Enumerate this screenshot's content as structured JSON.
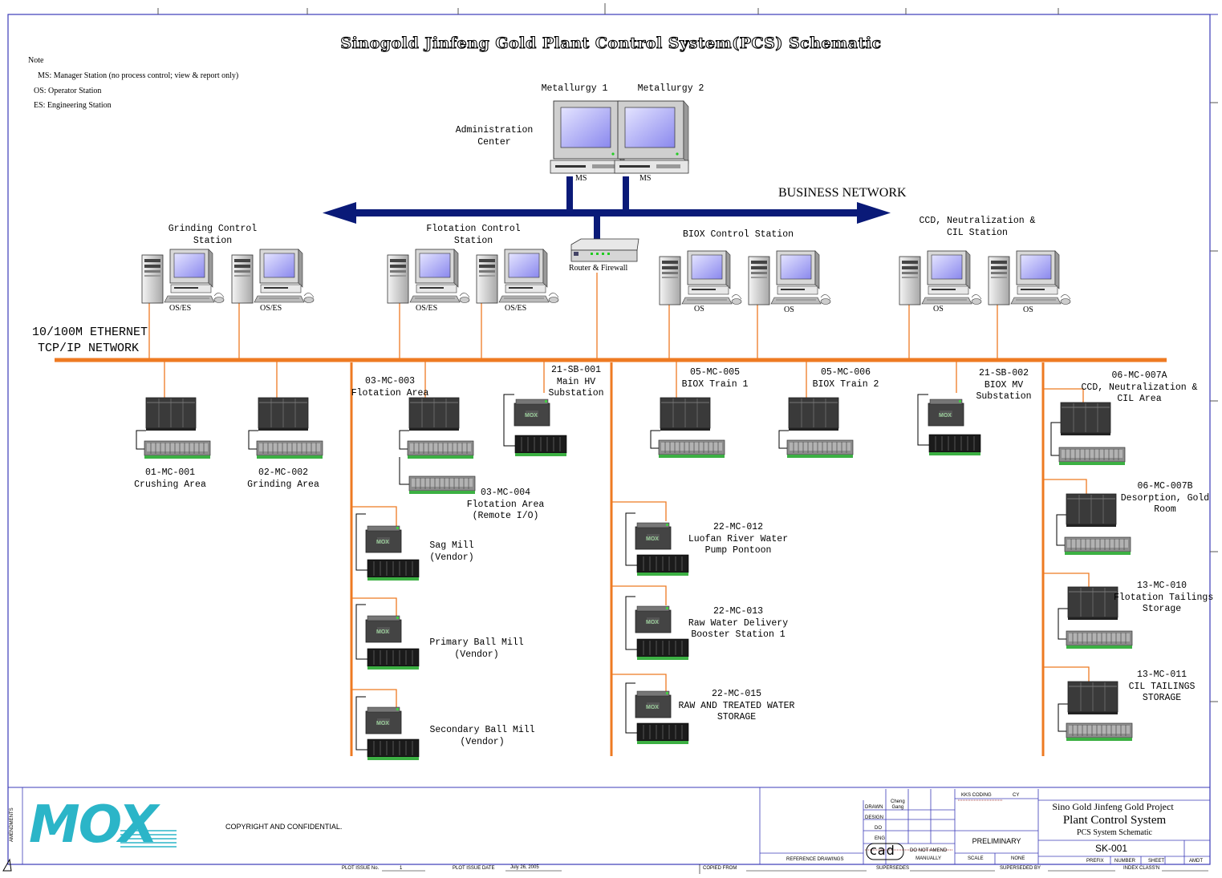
{
  "title": "Sinogold Jinfeng Gold Plant Control System(PCS) Schematic",
  "notes": {
    "heading": "Note",
    "lines": [
      "MS: Manager Station (no process control; view & report only)",
      "OS: Operator Station",
      "ES: Engineering Station"
    ]
  },
  "admin": {
    "label": "Administration\nCenter",
    "pc1": "Metallurgy 1",
    "pc2": "Metallurgy 2",
    "ms1": "MS",
    "ms2": "MS"
  },
  "business_network": "BUSINESS NETWORK",
  "router": "Router & Firewall",
  "ethernet": "10/100M ETHERNET\nTCP/IP NETWORK",
  "stations": [
    {
      "label": "Grinding Control\nStation",
      "ws": [
        "OS/ES",
        "OS/ES"
      ]
    },
    {
      "label": "Flotation Control\nStation",
      "ws": [
        "OS/ES",
        "OS/ES"
      ]
    },
    {
      "label": "BIOX Control Station",
      "ws": [
        "OS",
        "OS"
      ]
    },
    {
      "label": "CCD, Neutralization &\nCIL Station",
      "ws": [
        "OS",
        "OS"
      ]
    }
  ],
  "controllers": {
    "mc001": "01-MC-001\nCrushing Area",
    "mc002": "02-MC-002\nGrinding Area",
    "mc003": "03-MC-003\nFlotation Area",
    "mc004": "03-MC-004\nFlotation Area\n(Remote I/O)",
    "sb001": "21-SB-001\nMain HV\nSubstation",
    "mc005": "05-MC-005\nBIOX Train 1",
    "mc006": "05-MC-006\nBIOX Train 2",
    "sb002": "21-SB-002\nBIOX MV\nSubstation",
    "mc007a": "06-MC-007A\nCCD, Neutralization &\nCIL Area",
    "mc007b": "06-MC-007B\nDesorption, Gold\nRoom",
    "mc010": "13-MC-010\nFlotation Tailings\nStorage",
    "mc011": "13-MC-011\nCIL TAILINGS\nSTORAGE",
    "sag": "Sag Mill\n(Vendor)",
    "pbm": "Primary Ball Mill\n(Vendor)",
    "sbm": "Secondary Ball Mill\n(Vendor)",
    "mc012": "22-MC-012\nLuofan River Water\nPump Pontoon",
    "mc013": "22-MC-013\nRaw Water Delivery\nBooster Station 1",
    "mc015": "22-MC-015\nRAW AND TREATED WATER\nSTORAGE"
  },
  "mox_badge": "MOX",
  "title_block": {
    "logo": "MOX",
    "amendments": "AMENDMENTS",
    "copyright": "COPYRIGHT AND CONFIDENTIAL.",
    "project": "Sino Gold Jinfeng Gold Project",
    "system": "Plant Control System",
    "schematic": "PCS System Schematic",
    "drawing_no": "SK-001",
    "status": "PRELIMINARY",
    "drawn": "DRAWN",
    "drawn_by": "Cheng\nGang",
    "design": "DESIGN",
    "do": "DO",
    "eng": "ENG",
    "cad": "cad",
    "do_not_amend": "DO NOT AMEND\nMANUALLY",
    "kks": "KKS CODING",
    "cy": "CY",
    "reference": "REFERENCE DRAWINGS",
    "scale": "SCALE",
    "scale_val": "NONE",
    "prefix": "PREFIX",
    "number": "NUMBER",
    "sheet": "SHEET",
    "amdt": "AMDT",
    "plot_issue_no": "PLOT ISSUE No.",
    "plot_issue_no_val": "1",
    "plot_issue_date": "PLOT ISSUE DATE",
    "plot_issue_date_val": "July 26, 2005",
    "copied_from": "COPIED FROM",
    "supersedes": "SUPERSEDES",
    "superseded_by": "SUPERSEDED BY",
    "index": "INDEX CLASS'N"
  },
  "colors": {
    "network": "#ee7a22",
    "business": "#0a1a78",
    "frame": "#3b3bb8",
    "mox": "#2bb5c8"
  }
}
